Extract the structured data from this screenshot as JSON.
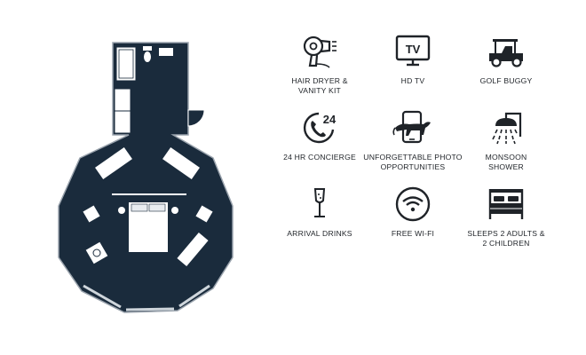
{
  "colors": {
    "plan_fill": "#1a2b3c",
    "plan_line": "#ffffff",
    "icon": "#1f2328"
  },
  "amenities": [
    {
      "icon": "hair-dryer-icon",
      "label": "HAIR DRYER &\nVANITY KIT"
    },
    {
      "icon": "tv-icon",
      "label": "HD TV",
      "icon_text": "TV"
    },
    {
      "icon": "golf-buggy-icon",
      "label": "GOLF BUGGY"
    },
    {
      "icon": "concierge-24-icon",
      "label": "24 HR CONCIERGE",
      "icon_text": "24"
    },
    {
      "icon": "phone-leopard-icon",
      "label": "UNFORGETTABLE PHOTO\nOPPORTUNITIES"
    },
    {
      "icon": "shower-icon",
      "label": "MONSOON\nSHOWER"
    },
    {
      "icon": "champagne-icon",
      "label": "ARRIVAL DRINKS"
    },
    {
      "icon": "wifi-icon",
      "label": "FREE WI-FI"
    },
    {
      "icon": "bed-icon",
      "label": "SLEEPS 2 ADULTS &\n2 CHILDREN"
    }
  ]
}
